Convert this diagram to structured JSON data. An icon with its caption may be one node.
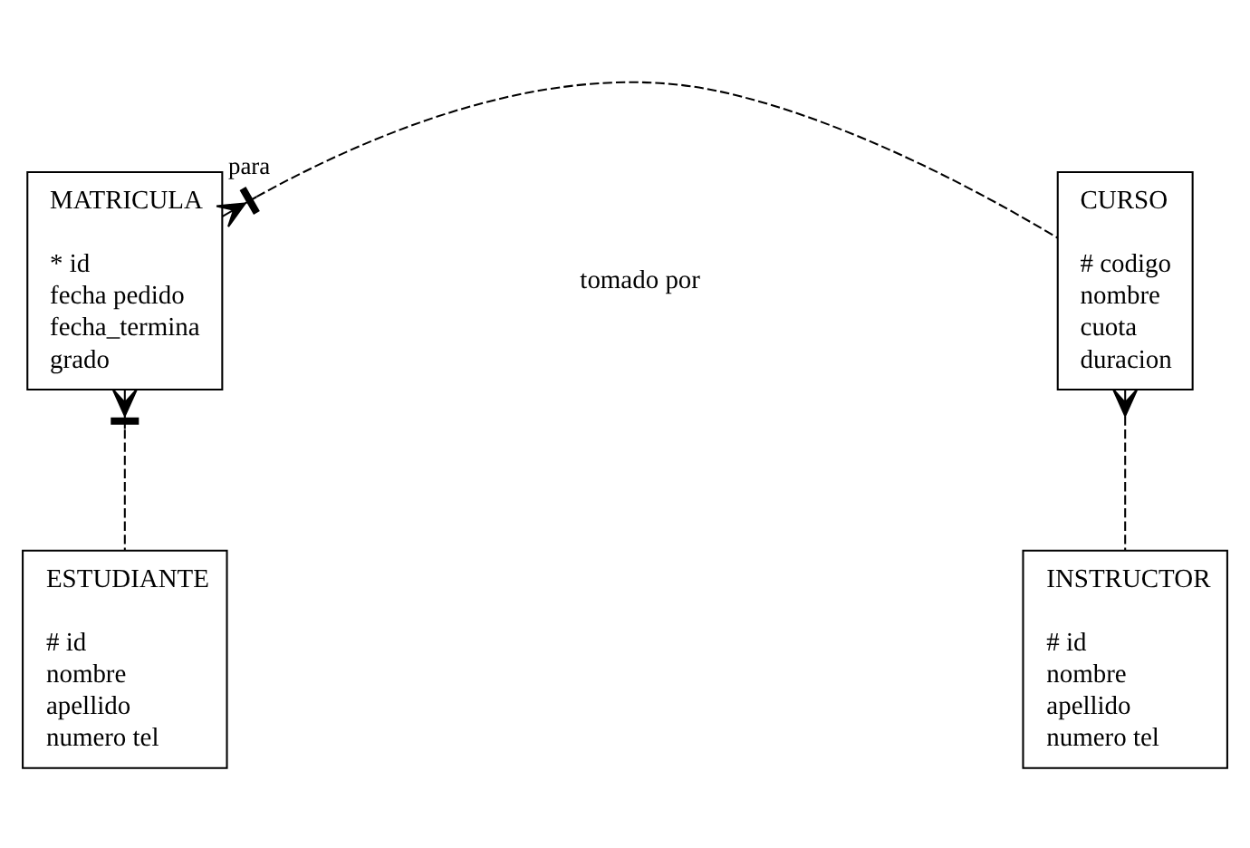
{
  "diagram": {
    "nodes": [
      {
        "text": [
          "MATRICULA",
          "* id",
          "fecha pedido",
          "fecha_termina",
          "grado"
        ]
      },
      {
        "text": [
          "CURSO",
          "# codigo",
          "nombre",
          "cuota",
          "duracion"
        ]
      },
      {
        "text": [
          "ESTUDIANTE",
          "# id",
          "nombre",
          "apellido",
          "numero tel"
        ]
      },
      {
        "text": [
          "INSTRUCTOR",
          "# id",
          "nombre",
          "apellido",
          "numero tel"
        ]
      }
    ],
    "edges": [
      {
        "from": 0,
        "to": 1,
        "arrow": "other",
        "label": "para",
        "style": "dashed"
      },
      {
        "from": 0,
        "to": 2,
        "arrow": "other",
        "style": "dashed"
      },
      {
        "from": 1,
        "to": 3,
        "arrow": "other",
        "style": "dashed"
      }
    ],
    "labels": [
      "tomado por"
    ]
  }
}
